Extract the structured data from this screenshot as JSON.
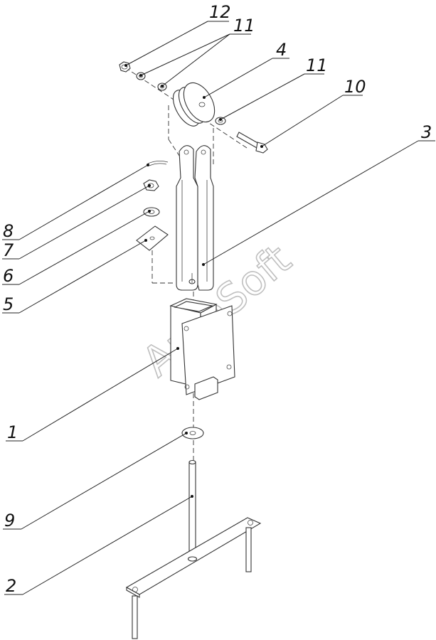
{
  "watermark": "AutoSoft",
  "callouts": {
    "c12": "12",
    "c11a": "11",
    "c4": "4",
    "c11b": "11",
    "c10": "10",
    "c3": "3",
    "c8": "8",
    "c7": "7",
    "c6": "6",
    "c5": "5",
    "c1": "1",
    "c9": "9",
    "c2": "2"
  },
  "colors": {
    "line": "#222222",
    "watermark": "#bfbfbf",
    "background": "#ffffff"
  }
}
